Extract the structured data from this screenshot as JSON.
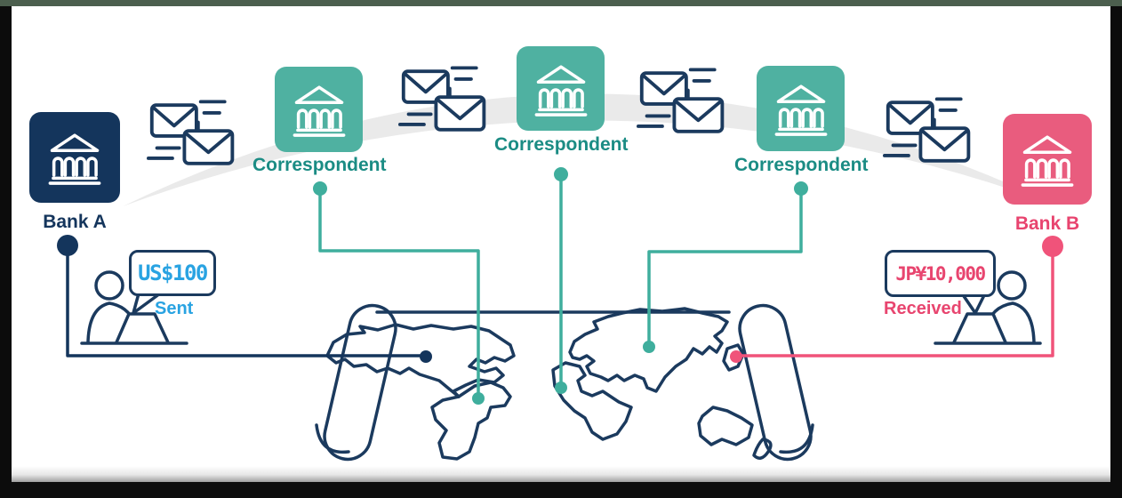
{
  "diagram": {
    "description": "Correspondent banking payment flow",
    "banks": {
      "bank_a": {
        "label": "Bank A",
        "color": "#14355c"
      },
      "correspondents": [
        {
          "label": "Correspondent"
        },
        {
          "label": "Correspondent"
        },
        {
          "label": "Correspondent"
        }
      ],
      "bank_b": {
        "label": "Bank B",
        "color": "#e95c7e"
      }
    },
    "transaction": {
      "sent": {
        "amount": "US$100",
        "status": "Sent",
        "color": "#29a3e2"
      },
      "received": {
        "amount": "JP¥10,000",
        "status": "Received",
        "color": "#e8456f"
      }
    },
    "icons": {
      "bank": "bank-building-icon",
      "messages": "flying-envelopes-icon",
      "sender": "person-at-laptop-icon",
      "receiver": "person-at-laptop-icon",
      "map": "world-map-scroll"
    },
    "colors": {
      "navy": "#14355c",
      "outline": "#1b3a5e",
      "teal_fill": "#4fb1a1",
      "teal_text": "#1b8c84",
      "teal_line": "#3fae9d",
      "pink_fill": "#e95c7e",
      "pink_text": "#e8446f",
      "blue_text": "#29a3e2",
      "arc_gray": "#eaeaea"
    }
  }
}
